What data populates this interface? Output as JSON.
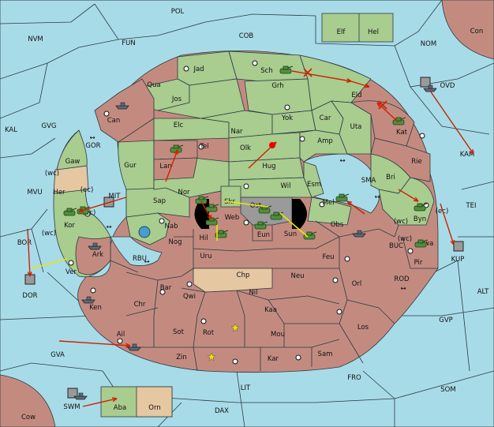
{
  "colors": {
    "sea": "#a8dbe8",
    "green": "#a9cc8f",
    "red": "#c38b80",
    "tan": "#e5c7a2",
    "order_arrow": "#cc2200",
    "support_line": "#e8e800"
  },
  "sea_labels": [
    "POL",
    "NVM",
    "FUN",
    "COB",
    "NOM",
    "Con",
    "OVD",
    "KAL",
    "GVG",
    "GOR",
    "MVU",
    "MIT",
    "KAM",
    "SMA",
    "TEI",
    "BOR",
    "RBU",
    "BUC",
    "ROD",
    "ALT",
    "DOR",
    "GVP",
    "GVA",
    "FRO",
    "LIT",
    "SOM",
    "SWM",
    "DAX",
    "Cow"
  ],
  "provinces": [
    {
      "name": "Jad",
      "color": "green"
    },
    {
      "name": "Sch",
      "color": "green"
    },
    {
      "name": "Qua",
      "color": "green"
    },
    {
      "name": "Jos",
      "color": "green"
    },
    {
      "name": "Grh",
      "color": "green"
    },
    {
      "name": "Eld",
      "color": "green"
    },
    {
      "name": "Can",
      "color": "red"
    },
    {
      "name": "Elc",
      "color": "green"
    },
    {
      "name": "Yok",
      "color": "green"
    },
    {
      "name": "Car",
      "color": "green"
    },
    {
      "name": "Nar",
      "color": "green"
    },
    {
      "name": "Uta",
      "color": "green"
    },
    {
      "name": "Kat",
      "color": "red"
    },
    {
      "name": "Tel",
      "color": "red"
    },
    {
      "name": "Olk",
      "color": "green"
    },
    {
      "name": "Amp",
      "color": "green"
    },
    {
      "name": "Gur",
      "color": "green"
    },
    {
      "name": "Lan",
      "color": "red"
    },
    {
      "name": "Hug",
      "color": "green"
    },
    {
      "name": "Rie",
      "color": "red"
    },
    {
      "name": "Gaw",
      "color": "green"
    },
    {
      "name": "Wil",
      "color": "green"
    },
    {
      "name": "Esm",
      "color": "green"
    },
    {
      "name": "Bri",
      "color": "green"
    },
    {
      "name": "Her",
      "color": "tan"
    },
    {
      "name": "Sap",
      "color": "green"
    },
    {
      "name": "Nor",
      "color": "green"
    },
    {
      "name": "Skr",
      "color": "green"
    },
    {
      "name": "Ost",
      "color": "grey"
    },
    {
      "name": "Mel",
      "color": "green"
    },
    {
      "name": "Byn",
      "color": "green"
    },
    {
      "name": "Kor",
      "color": "green"
    },
    {
      "name": "Web",
      "color": "red"
    },
    {
      "name": "Nab",
      "color": "green"
    },
    {
      "name": "Eun",
      "color": "red"
    },
    {
      "name": "Sun",
      "color": "red"
    },
    {
      "name": "Obs",
      "color": "red"
    },
    {
      "name": "Hil",
      "color": "red"
    },
    {
      "name": "Ark",
      "color": "red"
    },
    {
      "name": "Nog",
      "color": "red"
    },
    {
      "name": "Uru",
      "color": "red"
    },
    {
      "name": "Feu",
      "color": "red"
    },
    {
      "name": "Gwa",
      "color": "red"
    },
    {
      "name": "Pir",
      "color": "red"
    },
    {
      "name": "Ver",
      "color": "green"
    },
    {
      "name": "Chp",
      "color": "tan"
    },
    {
      "name": "Neu",
      "color": "red"
    },
    {
      "name": "Orl",
      "color": "red"
    },
    {
      "name": "Bar",
      "color": "red"
    },
    {
      "name": "Qwi",
      "color": "red"
    },
    {
      "name": "Nil",
      "color": "red"
    },
    {
      "name": "Ken",
      "color": "red"
    },
    {
      "name": "Chr",
      "color": "red"
    },
    {
      "name": "Kaa",
      "color": "red"
    },
    {
      "name": "Rot",
      "color": "red"
    },
    {
      "name": "Los",
      "color": "red"
    },
    {
      "name": "Ail",
      "color": "red"
    },
    {
      "name": "Sot",
      "color": "red"
    },
    {
      "name": "Mou",
      "color": "red"
    },
    {
      "name": "Zin",
      "color": "red"
    },
    {
      "name": "Kar",
      "color": "red"
    },
    {
      "name": "Sam",
      "color": "red"
    },
    {
      "name": "Elf",
      "color": "green"
    },
    {
      "name": "Hel",
      "color": "green"
    },
    {
      "name": "KUP",
      "color": "grey"
    },
    {
      "name": "Aba",
      "color": "green"
    },
    {
      "name": "Orn",
      "color": "tan"
    }
  ],
  "coast_tags": [
    "(wc)",
    "(ec)",
    "(ec)",
    "(wc)",
    "(wc)",
    "(ec)",
    "(wc)"
  ]
}
